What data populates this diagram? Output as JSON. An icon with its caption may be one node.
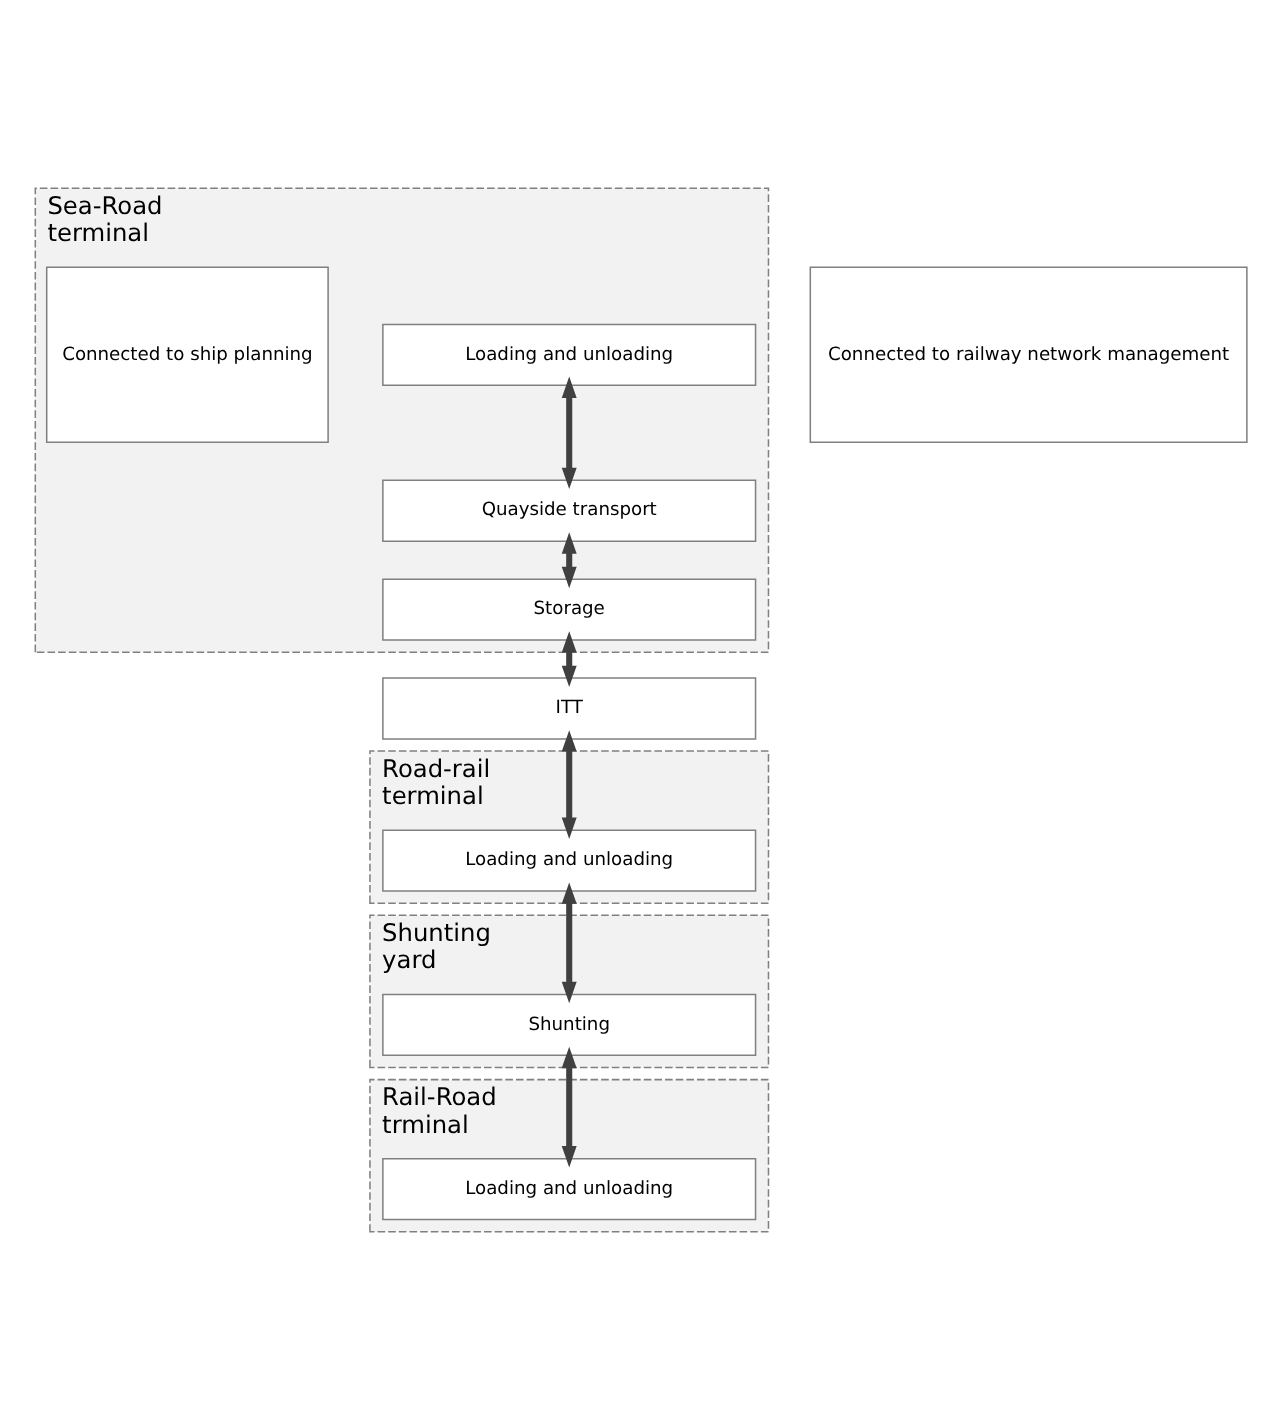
{
  "diagram": {
    "nodes": [
      {
        "text": [
          "Sea-Road terminal"
        ]
      },
      {
        "text": [
          "Loading and unloading"
        ],
        "in": 0
      },
      {
        "text": [
          "Quayside transport"
        ],
        "in": 0
      },
      {
        "text": [
          "Storage"
        ],
        "in": 0
      },
      {
        "text": [
          "Connected to ship planning"
        ],
        "in": 0
      },
      {
        "text": [
          "ITT"
        ]
      },
      {
        "text": [
          "Road-rail terminal"
        ]
      },
      {
        "text": [
          "Loading and unloading"
        ],
        "in": 6
      },
      {
        "text": [
          "Shunting yard"
        ]
      },
      {
        "text": [
          "Shunting"
        ],
        "in": 8
      },
      {
        "text": [
          "Rail-Road trminal"
        ]
      },
      {
        "text": [
          "Loading and unloading"
        ],
        "in": 10
      },
      {
        "text": [
          "Connected to railway network management"
        ]
      }
    ],
    "edges": [
      {
        "from": 1,
        "to": 2,
        "arrow": "both"
      },
      {
        "from": 2,
        "to": 3,
        "arrow": "both"
      },
      {
        "from": 3,
        "to": 5,
        "arrow": "both"
      },
      {
        "from": 5,
        "to": 7,
        "arrow": "both"
      },
      {
        "from": 7,
        "to": 9,
        "arrow": "both"
      },
      {
        "from": 9,
        "to": 11,
        "arrow": "both"
      }
    ]
  }
}
